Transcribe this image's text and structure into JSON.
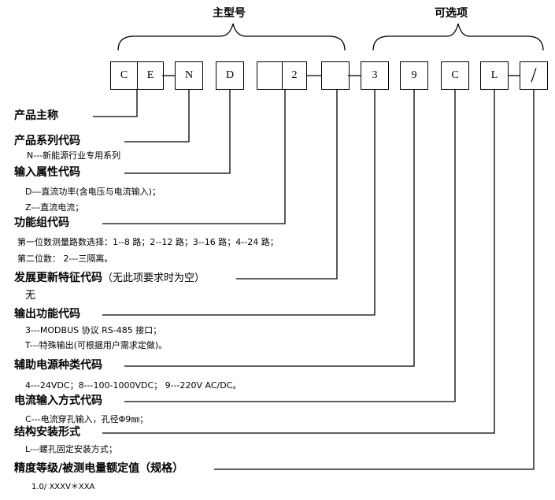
{
  "groups": {
    "main_model": "主型号",
    "options": "可选项"
  },
  "code_boxes": [
    "C",
    "E",
    "N",
    "D",
    "",
    "2",
    "",
    "3",
    "9",
    "C",
    "L",
    "/"
  ],
  "fields": [
    {
      "title": "产品主称",
      "lines": []
    },
    {
      "title": "产品系列代码",
      "lines": [
        "N---新能源行业专用系列"
      ]
    },
    {
      "title": "输入属性代码",
      "lines": [
        "D---直流功率(含电压与电流输入)；",
        "Z---直流电流；"
      ]
    },
    {
      "title": "功能组代码",
      "lines": [
        "第一位数测量路数选择：1--8 路；2--12 路；3--16 路；4--24 路；",
        "第二位数：   2---三隔离。"
      ]
    },
    {
      "title": "发展更新特征代码",
      "note": "（无此项要求时为空）",
      "lines": [
        "无"
      ]
    },
    {
      "title": "输出功能代码",
      "lines": [
        "3---MODBUS 协议 RS-485 接口；",
        "T---特殊输出(可根据用户需求定做)。"
      ]
    },
    {
      "title": "辅助电源种类代码",
      "lines": [
        "4---24VDC；8---100-1000VDC；   9---220V AC/DC。"
      ]
    },
    {
      "title": "电流输入方式代码",
      "lines": [
        "C---电流穿孔输入，孔径Φ9㎜；"
      ]
    },
    {
      "title": "结构安装形式",
      "lines": [
        "L---螺孔固定安装方式；"
      ]
    },
    {
      "title": "精度等级/被测电量额定值（规格）",
      "lines": [
        "1.0/ XXXV＊XXA"
      ]
    }
  ]
}
